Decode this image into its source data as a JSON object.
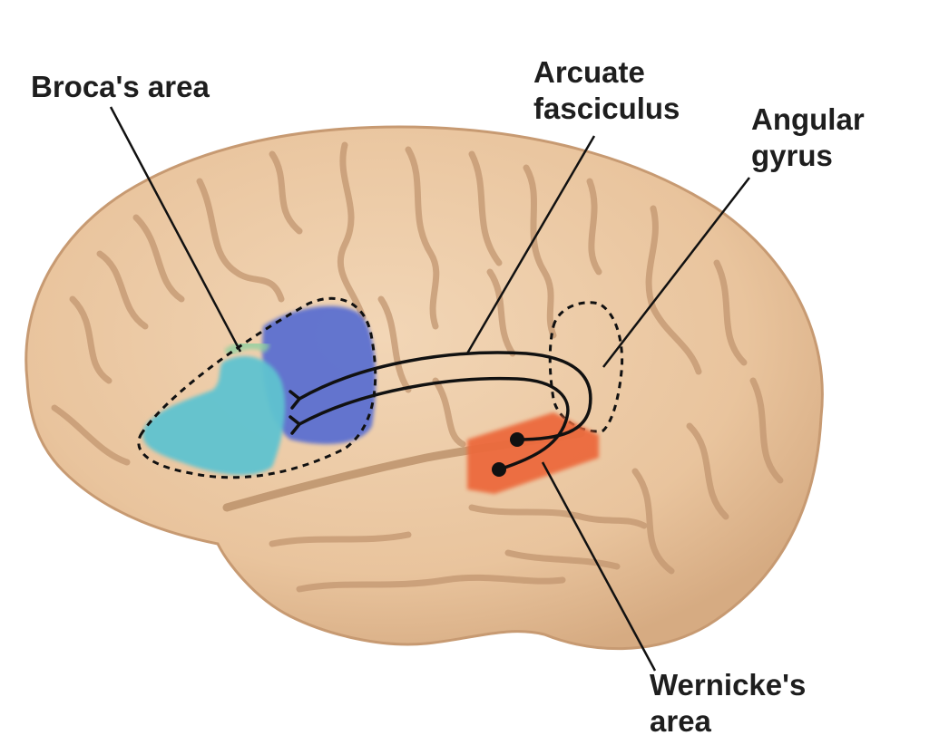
{
  "labels": {
    "broca": "Broca's area",
    "arcuate_line1": "Arcuate",
    "arcuate_line2": "fasciculus",
    "angular_line1": "Angular",
    "angular_line2": "gyrus",
    "wernicke_line1": "Wernicke's",
    "wernicke_line2": "area"
  },
  "colors": {
    "brain_fill": "#ecc9a4",
    "brain_shadow": "#c99d75",
    "sulcus": "#b98e68",
    "broca_blue": "#5b6fd0",
    "broca_teal": "#5ec3d0",
    "wernicke_orange": "#ec6a3e",
    "line": "#111111",
    "text": "#1e1e1e"
  }
}
